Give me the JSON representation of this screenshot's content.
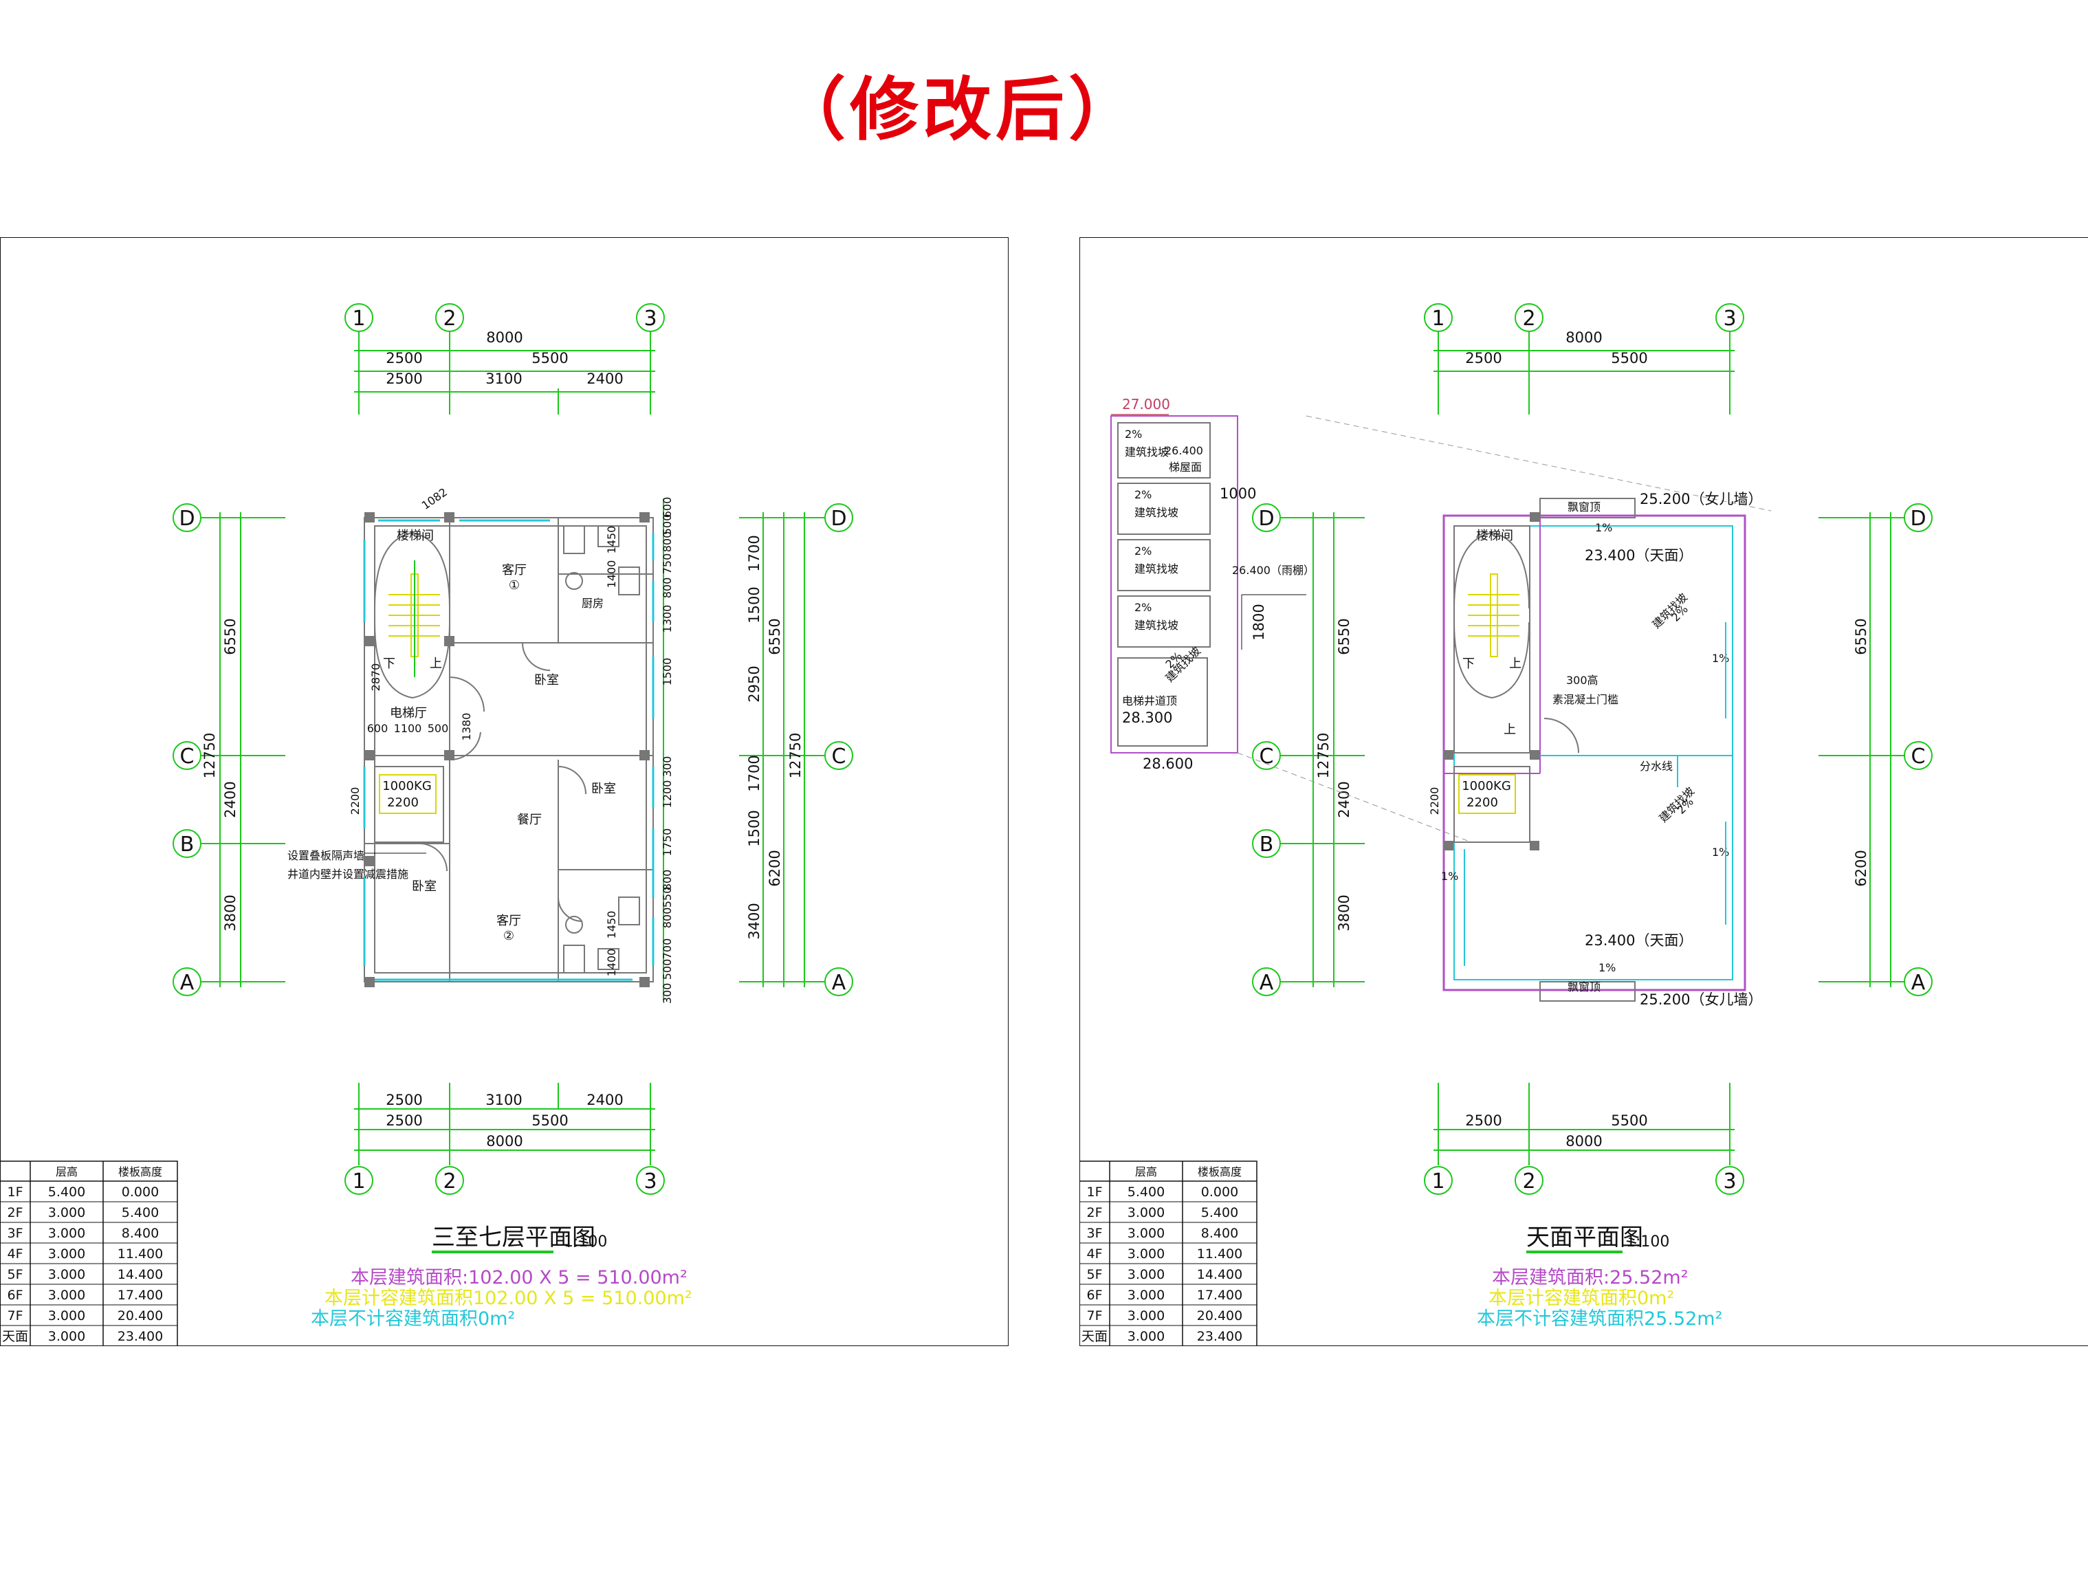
{
  "page_title": "（修改后）",
  "axes": {
    "columns": [
      "1",
      "2",
      "3"
    ],
    "rows": [
      "D",
      "C",
      "B",
      "A"
    ]
  },
  "left_sheet": {
    "top_dims": {
      "total": "8000",
      "row1": [
        "2500",
        "5500"
      ],
      "row2": [
        "2500",
        "3100",
        "2400"
      ]
    },
    "bottom_dims": {
      "total": "8000",
      "row1": [
        "2500",
        "3100",
        "2400"
      ],
      "row2": [
        "2500",
        "5500"
      ]
    },
    "left_dims": {
      "total": "12750",
      "segments": [
        "6550",
        "2400",
        "3800"
      ]
    },
    "right_dims": {
      "total": "12750",
      "mid": [
        "6550",
        "6200"
      ],
      "inner": [
        "1700",
        "1500",
        "2950",
        "1700",
        "1500",
        "3400"
      ]
    },
    "edge_dims": [
      "600",
      "500",
      "800",
      "750",
      "800",
      "1300",
      "1500",
      "300",
      "1200",
      "1750",
      "800",
      "550",
      "800",
      "700",
      "500",
      "300"
    ],
    "rooms": {
      "stair": "楼梯间",
      "living_1": "客厅",
      "living_1_no": "①",
      "living_2": "客厅",
      "living_2_no": "②",
      "kitchen": "厨房",
      "bedroom_1": "卧室",
      "bedroom_2": "卧室",
      "bedroom_3": "卧室",
      "dining": "餐厅",
      "elevator_hall": "电梯厅",
      "down": "下",
      "up": "上",
      "elevator_label": "1000KG",
      "elevator_width": "2200"
    },
    "inner_dims": {
      "d1082": "1082",
      "d2870": "2870",
      "d600": "600",
      "d1100": "1100",
      "d500": "500",
      "d1380": "1380",
      "d2200": "2200",
      "d1450a": "1450",
      "d1400a": "1400",
      "d1450b": "1450",
      "d1400b": "1400"
    },
    "notes": [
      "设置叠板隔声墙",
      "井道内壁并设置减震措施"
    ],
    "caption": "三至七层平面图",
    "scale": "1:100",
    "area_lines": [
      "本层建筑面积:102.00 X 5 = 510.00m²",
      "本层计容建筑面积102.00 X 5 = 510.00m²",
      "本层不计容建筑面积0m²"
    ]
  },
  "right_sheet": {
    "top_dims": {
      "total": "8000",
      "row1": [
        "2500",
        "5500"
      ]
    },
    "bottom_dims": {
      "total": "8000",
      "row1": [
        "2500",
        "5500"
      ]
    },
    "left_dims": {
      "total": "12750",
      "segments": [
        "6550",
        "2400",
        "3800"
      ]
    },
    "right_dims": {
      "mid": [
        "6550",
        "6200"
      ]
    },
    "detail": {
      "top_elev": "27.000",
      "cells": [
        {
          "slope": "2%",
          "label": "建筑找坡",
          "extra_elev": "26.400",
          "extra": "梯屋面"
        },
        {
          "slope": "2%",
          "label": "建筑找坡"
        },
        {
          "slope": "2%",
          "label": "建筑找坡"
        },
        {
          "slope": "2%",
          "label": "建筑找坡"
        },
        {
          "slope": "2%",
          "label": "建筑找坡",
          "extra": "电梯井道顶",
          "extra_elev": "28.300"
        }
      ],
      "bottom_elev": "28.600",
      "d1000": "1000",
      "d1800": "1800",
      "canopy": "26.400（雨棚）"
    },
    "roof": {
      "bay_top": "飘窗顶",
      "bay_bottom": "飘窗顶",
      "parapet_top": "25.200（女儿墙）",
      "parapet_bottom": "25.200（女儿墙）",
      "roof_top": "23.400（天面）",
      "roof_bottom": "23.400（天面）",
      "slope_1": "1%",
      "slope_2": "2%",
      "slope_label": "建筑找坡",
      "curb_h": "300高",
      "curb": "素混凝土门槛",
      "ridge": "分水线",
      "stair": "楼梯间",
      "down": "下",
      "up": "上",
      "up2": "上",
      "elevator_label": "1000KG",
      "elevator_width": "2200",
      "d2200": "2200"
    },
    "caption": "天面平面图",
    "scale": "1:100",
    "area_lines": [
      "本层建筑面积:25.52m²",
      "本层计容建筑面积0m²",
      "本层不计容建筑面积25.52m²"
    ]
  },
  "floor_table": {
    "headers": [
      "",
      "层高",
      "楼板高度"
    ],
    "rows": [
      [
        "1F",
        "5.400",
        "0.000"
      ],
      [
        "2F",
        "3.000",
        "5.400"
      ],
      [
        "3F",
        "3.000",
        "8.400"
      ],
      [
        "4F",
        "3.000",
        "11.400"
      ],
      [
        "5F",
        "3.000",
        "14.400"
      ],
      [
        "6F",
        "3.000",
        "17.400"
      ],
      [
        "7F",
        "3.000",
        "20.400"
      ],
      [
        "天面",
        "3.000",
        "23.400"
      ]
    ]
  },
  "colors": {
    "title": "#e3000b",
    "axis": "#1cc81c",
    "window": "#20c8d8",
    "area_1": "#b648c8",
    "area_2": "#e6e61a",
    "area_3": "#22c8d8"
  }
}
